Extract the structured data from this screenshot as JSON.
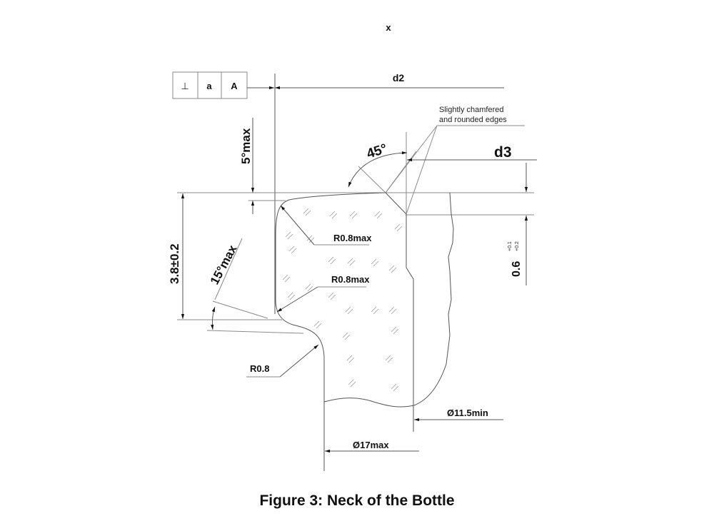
{
  "figure": {
    "caption": "Figure 3: Neck of the Bottle",
    "top_label": "x"
  },
  "tolerance_frame": {
    "symbol": "⊥",
    "tolerance": "a",
    "datum": "A"
  },
  "dimensions": {
    "d2": "d2",
    "d3": "d3",
    "angle_45": "45°",
    "angle_5": "5°max",
    "angle_15": "15°max",
    "height": "3.8±0.2",
    "lip_height": "0.6",
    "lip_tol_upper": "+0.1",
    "lip_tol_lower": "+0.2",
    "radius_top": "R0.8max",
    "radius_mid": "R0.8max",
    "radius_bottom": "R0.8",
    "inner_diameter": "Ø11.5min",
    "outer_diameter": "Ø17max"
  },
  "notes": {
    "edges_line1": "Slightly chamfered",
    "edges_line2": "and rounded edges"
  }
}
